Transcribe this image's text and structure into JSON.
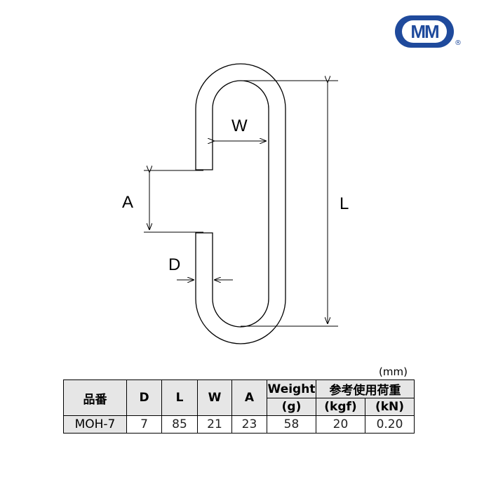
{
  "logo": {
    "text": "MM",
    "registered": "®",
    "color": "#1f4a9c"
  },
  "diagram": {
    "labels": {
      "W": "W",
      "L": "L",
      "A": "A",
      "D": "D"
    }
  },
  "table": {
    "unit": "(mm)",
    "headers": {
      "part_no": "品番",
      "D": "D",
      "L": "L",
      "W": "W",
      "A": "A",
      "weight": "Weight",
      "weight_unit": "(g)",
      "load": "参考使用荷重",
      "load_kgf": "(kgf)",
      "load_kn": "(kN)"
    },
    "rows": [
      {
        "part_no": "MOH-7",
        "D": "7",
        "L": "85",
        "W": "21",
        "A": "23",
        "weight": "58",
        "kgf": "20",
        "kn": "0.20"
      }
    ]
  }
}
